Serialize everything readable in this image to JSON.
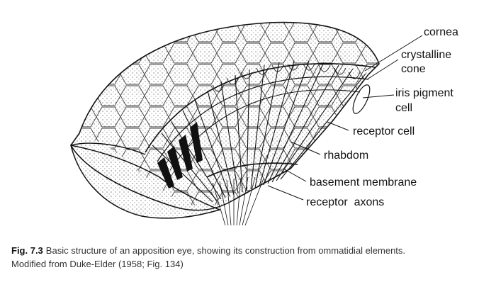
{
  "labels": {
    "cornea": "cornea",
    "crystalline_1": "crystalline",
    "crystalline_2": "cone",
    "iris_1": "iris pigment",
    "iris_2": "cell",
    "receptor_cell": "receptor cell",
    "rhabdom": "rhabdom",
    "basement_membrane": "basement membrane",
    "receptor_axons": "receptor  axons"
  },
  "caption": {
    "figure_number": "Fig. 7.3",
    "line1": "Basic structure of an apposition eye, showing its construction from ommatidial elements.",
    "line2": "Modified from Duke-Elder (1958; Fig. 134)"
  }
}
